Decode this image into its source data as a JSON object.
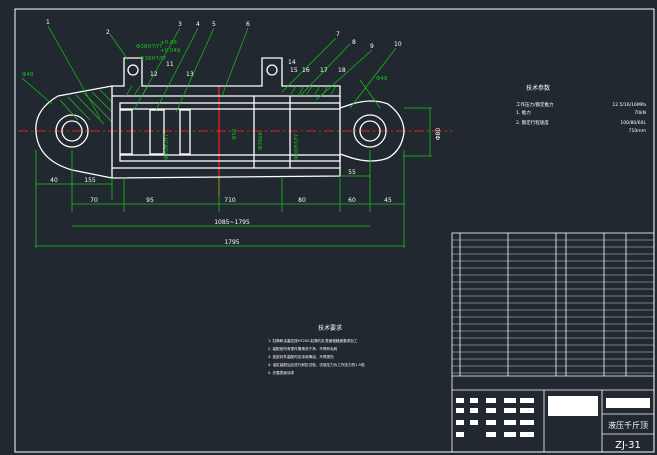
{
  "colors": {
    "background": "#212830",
    "frame": "#ffffff",
    "outline": "#ffffff",
    "dimension": "#19c219",
    "centerline": "#e02020",
    "hatch": "#19c219",
    "text": "#ffffff"
  },
  "leaders": [
    "1",
    "2",
    "3",
    "4",
    "5",
    "6",
    "7",
    "8",
    "9",
    "10",
    "11",
    "12",
    "13",
    "14",
    "15",
    "16",
    "17",
    "18"
  ],
  "fit_labels": [
    "Φ38H7/f7",
    "Φ35H7/f7",
    "Φ80H7/f7",
    "Φ36k6",
    "Φ50"
  ],
  "tolerances": [
    "+0.46",
    "+0.049",
    "Φ38H7/f7"
  ],
  "dimensions": {
    "d1": "40",
    "d2": "155",
    "d3": "70",
    "d4": "95",
    "d5": "710",
    "d6": "80",
    "d7": "60",
    "d8": "45",
    "d9": "55",
    "d10": "1085~1795",
    "d11": "1795",
    "side": "Φ80"
  },
  "tech_req_right": {
    "title": "技术参数",
    "rows": [
      {
        "left": "工作压力/额定推力",
        "right": "12.5/16/16MPa"
      },
      {
        "left": "1. 推力",
        "right": "70kN"
      },
      {
        "left": "2. 额定行程速度",
        "right": "100/80/60L"
      },
      {
        "left": "",
        "right": "710mm"
      }
    ]
  },
  "tech_req_bottom": {
    "title": "技术要求",
    "items": [
      "1. 缸筒和活塞应按HT200-缸筒内孔表面粗糙度要求加工",
      "2. 装配前所有零件需清洗干净，不得有毛刺",
      "3. 各密封件装配时应涂润滑油，不得损伤",
      "4. 油缸装配后应进行耐压试验，试验压力为工作压力的1.5倍",
      "5. 外露表面涂漆"
    ]
  },
  "title_block": {
    "drawing_name": "液压千斤顶",
    "drawing_no": "ZJ-31"
  }
}
